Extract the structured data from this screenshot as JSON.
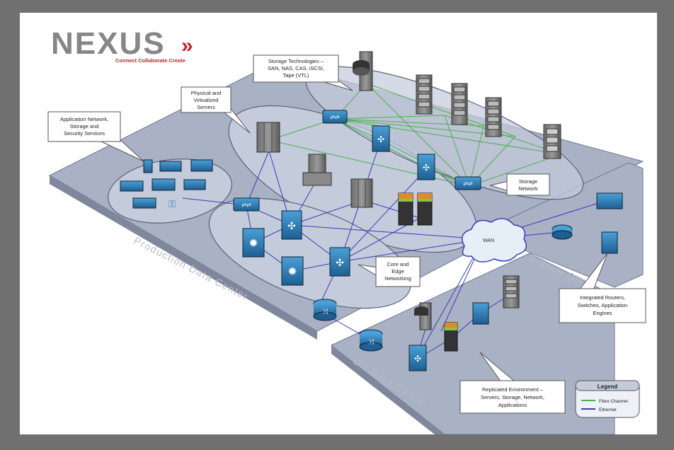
{
  "logo": {
    "brand": "NEXUS",
    "arrows": "»",
    "tagline": "Connect Collaborate Create"
  },
  "platforms": {
    "production": "Production Data Center",
    "branch": "Branch Office",
    "dr": "DR Data Center"
  },
  "callouts": {
    "storage_tech": [
      "Storage Technologies –",
      "SAN, NAS, CAS, iSCSI,",
      "Tape (VTL)"
    ],
    "servers": [
      "Physical and",
      "Virtualized",
      "Servers"
    ],
    "app_network": [
      "Application Network,",
      "Storage and",
      "Security Services"
    ],
    "storage_network": [
      "Storage",
      "Network"
    ],
    "core_edge": [
      "Core and",
      "Edge",
      "Networking"
    ],
    "integrated": [
      "Integrated Routers,",
      "Switches, Application",
      "Engines"
    ],
    "replicated": [
      "Replicated Environment –",
      "Servers, Storage, Network,",
      "Applications"
    ]
  },
  "cloud_label": "WAN",
  "legend": {
    "title": "Legend",
    "items": [
      {
        "label": "Fibre Channel",
        "color": "#4caf50"
      },
      {
        "label": "Ethernet",
        "color": "#3b3bb8"
      }
    ]
  },
  "colors": {
    "platform": "#a9b1c4",
    "ellipse": "#c4cbdb",
    "device_blue": "#2f7fb8",
    "fibre": "#4caf50",
    "ethernet": "#3b3bb8"
  }
}
